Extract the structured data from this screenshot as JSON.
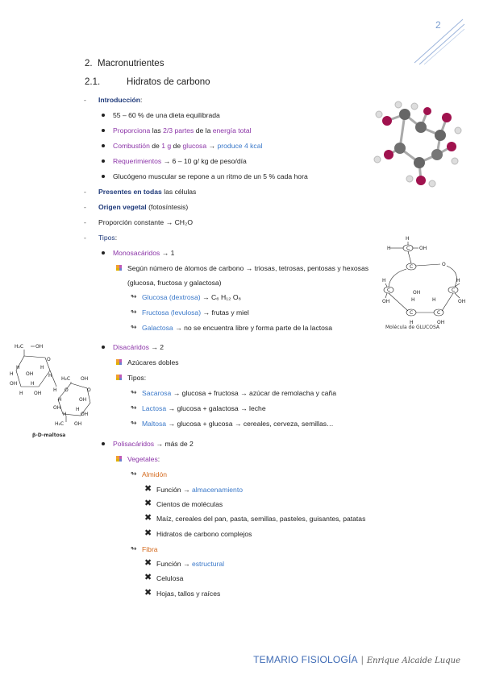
{
  "page_number": "2",
  "heading1": {
    "num": "2.",
    "title": "Macronutrientes"
  },
  "heading2": {
    "num": "2.1.",
    "title": "Hidratos de carbono"
  },
  "intro": {
    "label": "Introducción",
    "colon": ":"
  },
  "intro_items": {
    "i1": "55 – 60 % de una dieta equilibrada",
    "i2a": "Proporciona",
    "i2b": " las ",
    "i2c": "2/3 partes",
    "i2d": " de la ",
    "i2e": "energía total",
    "i3a": "Combustión",
    "i3b": " de ",
    "i3c": "1 g",
    "i3d": " de ",
    "i3e": "glucosa",
    "i3f": " → ",
    "i3g": "produce 4 kcal",
    "i4a": "Requerimientos",
    "i4b": " → 6 – 10 g/ kg de peso/día",
    "i5": "Glucógeno muscular se repone a un ritmo de un 5 % cada hora"
  },
  "dash_items": {
    "d1a": "Presentes en todas",
    "d1b": " las células",
    "d2a": "Origen vegetal",
    "d2b": " (fotosíntesis)",
    "d3": "Proporción constante → CH₂O",
    "d4a": "Tipos",
    "d4b": ":"
  },
  "mono": {
    "label": "Monosacáridos",
    "count": " → 1",
    "desc1": "Según número de átomos de carbono → triosas, tetrosas, pentosas y hexosas",
    "desc2": "(glucosa, fructosa y galactosa)",
    "g1a": "Glucosa (dextrosa)",
    "g1b": " → C₆ H₁₂ O₆",
    "g2a": "Fructosa (levulosa)",
    "g2b": " → frutas y miel",
    "g3a": "Galactosa",
    "g3b": " → no se encuentra libre y forma parte de la lactosa"
  },
  "di": {
    "label": "Disacáridos",
    "count": " → 2",
    "a": "Azúcares dobles",
    "tipos": "Tipos",
    "t1a": "Sacarosa",
    "t1b": " → glucosa + fructosa → azúcar de remolacha y caña",
    "t2a": "Lactosa",
    "t2b": " → glucosa + galactosa → leche",
    "t3a": "Maltosa",
    "t3b": " → glucosa + glucosa → cereales, cerveza, semillas…"
  },
  "poli": {
    "label": "Polisacáridos",
    "count": " → más de 2",
    "veg": "Vegetales",
    "almidon": "Almidón",
    "al1a": "Función →",
    "al1b": " almacenamiento",
    "al2": "Cientos de moléculas",
    "al3": "Maíz, cereales del pan, pasta, semillas, pasteles, guisantes, patatas",
    "al4": "Hidratos de carbono complejos",
    "fibra": "Fibra",
    "fi1a": "Función →",
    "fi1b": " estructural",
    "fi2": "Celulosa",
    "fi3": "Hojas, tallos y raíces"
  },
  "figures": {
    "glucose_caption": "Molécula de GLUCOSA",
    "maltose_caption": "β-D-maltosa"
  },
  "footer": {
    "title": "TEMARIO FISIOLOGÍA",
    "sep": "|",
    "author": "Enrique Alcaide Luque"
  }
}
